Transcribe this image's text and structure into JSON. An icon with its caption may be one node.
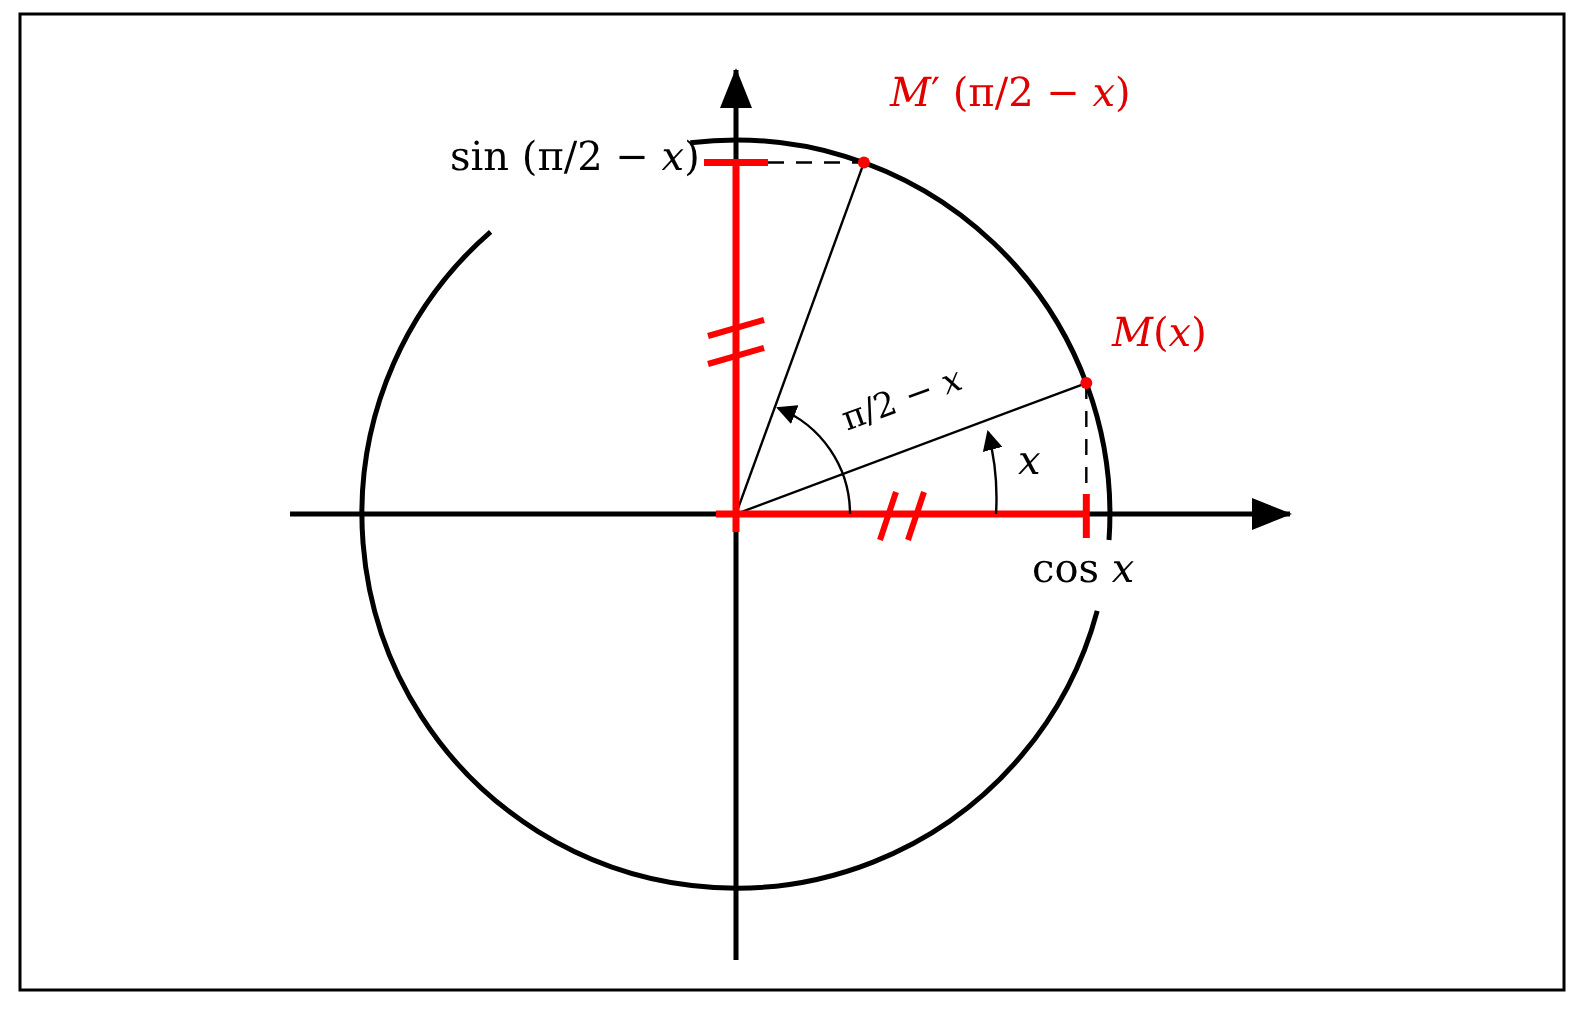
{
  "diagram": {
    "labels": [
      "*M*′ (π/2 − *x*)",
      "sin (π/2 − *x*)",
      "*M*(*x*)",
      "π/2 − *x*",
      "*x*",
      "cos *x*"
    ]
  }
}
